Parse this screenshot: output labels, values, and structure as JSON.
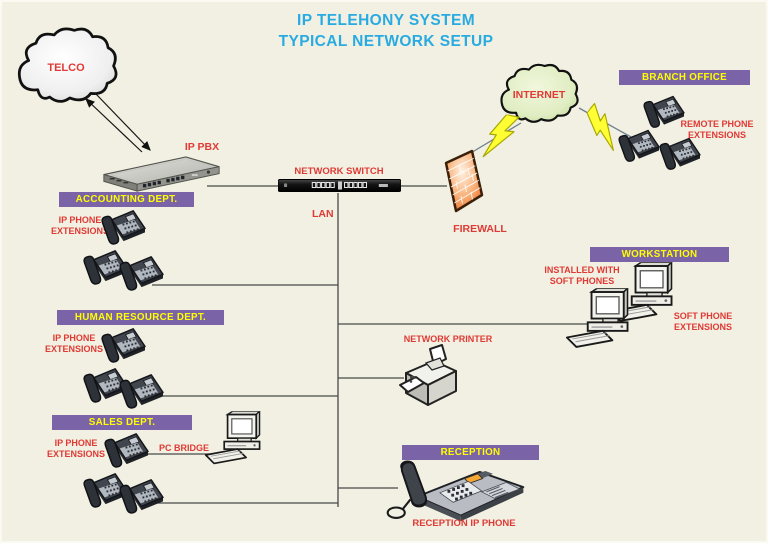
{
  "title": {
    "line1": "IP TELEHONY SYSTEM",
    "line2": "TYPICAL NETWORK SETUP"
  },
  "colors": {
    "background": "#F1F0E2",
    "title": "#29ABE2",
    "label_red": "#E03A35",
    "banner_bg": "#7B63A8",
    "banner_text": "#FFFF00",
    "firewall_orange": "#EF7832",
    "lightning_yellow": "#FFFF33",
    "internet_cloud_green": "#DCEBBC",
    "telco_cloud_gray": "#E8E8E8"
  },
  "nodes": {
    "telco": "TELCO",
    "internet": "INTERNET",
    "ip_pbx": "IP PBX",
    "network_switch": "NETWORK SWITCH",
    "lan": "LAN",
    "firewall": "FIREWALL",
    "network_printer": "NETWORK PRINTER",
    "pc_bridge": "PC BRIDGE",
    "reception_ip_phone": "RECEPTION IP PHONE"
  },
  "departments": {
    "branch_office": {
      "banner": "BRANCH OFFICE",
      "note": "REMOTE PHONE EXTENSIONS"
    },
    "accounting": {
      "banner": "ACCOUNTING DEPT.",
      "note": "IP PHONE EXTENSIONS"
    },
    "human_resource": {
      "banner": "HUMAN RESOURCE DEPT.",
      "note": "IP PHONE EXTENSIONS"
    },
    "sales": {
      "banner": "SALES DEPT.",
      "note": "IP PHONE EXTENSIONS"
    },
    "workstation": {
      "banner": "WORKSTATION",
      "note_left": "INSTALLED WITH SOFT PHONES",
      "note_right": "SOFT PHONE EXTENSIONS"
    },
    "reception": {
      "banner": "RECEPTION"
    }
  }
}
